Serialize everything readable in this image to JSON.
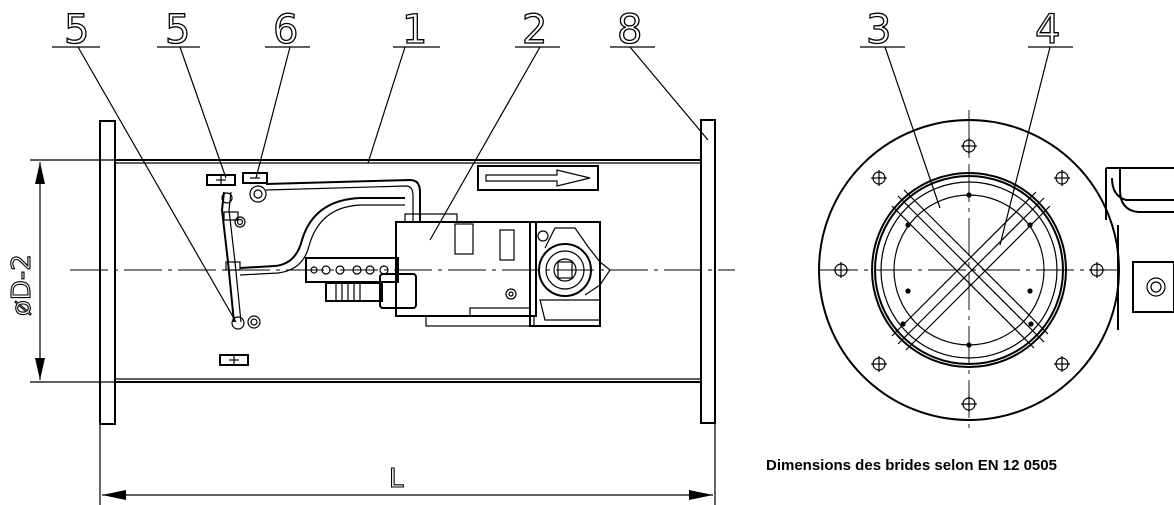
{
  "callouts": {
    "c5a": "5",
    "c5b": "5",
    "c6": "6",
    "c1": "1",
    "c2": "2",
    "c8": "8",
    "c3": "3",
    "c4": "4"
  },
  "dimensions": {
    "diameter": "øD-2",
    "length": "L"
  },
  "note": "Dimensions des brides selon EN 12 0505"
}
